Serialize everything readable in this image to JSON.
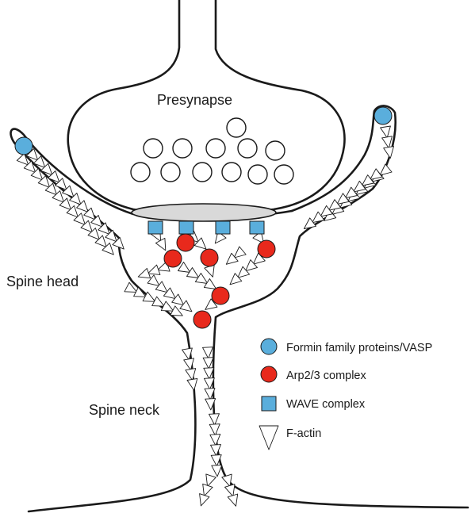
{
  "labels": {
    "presynapse": "Presynapse",
    "spine_head": "Spine head",
    "spine_neck": "Spine neck"
  },
  "legend": {
    "formin": "Formin family proteins/VASP",
    "arp": "Arp2/3 complex",
    "wave": "WAVE complex",
    "factin": "F-actin"
  },
  "colors": {
    "formin": "#5aaedc",
    "wave": "#5aaedc",
    "arp": "#e8291c",
    "psd": "#d9d9d9",
    "actin": "#ffffff"
  }
}
